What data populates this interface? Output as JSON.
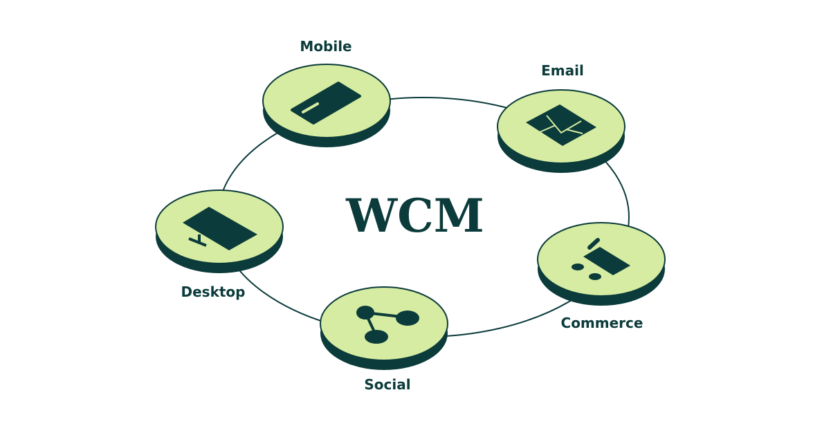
{
  "diagram": {
    "title": "WCM",
    "colors": {
      "dark": "#0b3b3a",
      "disc": "#d6eca2",
      "background": "#ffffff"
    },
    "nodes": [
      {
        "id": "mobile",
        "label": "Mobile",
        "icon": "mobile-phone-icon"
      },
      {
        "id": "email",
        "label": "Email",
        "icon": "envelope-icon"
      },
      {
        "id": "commerce",
        "label": "Commerce",
        "icon": "shopping-cart-icon"
      },
      {
        "id": "social",
        "label": "Social",
        "icon": "share-network-icon"
      },
      {
        "id": "desktop",
        "label": "Desktop",
        "icon": "desktop-monitor-icon"
      }
    ]
  }
}
